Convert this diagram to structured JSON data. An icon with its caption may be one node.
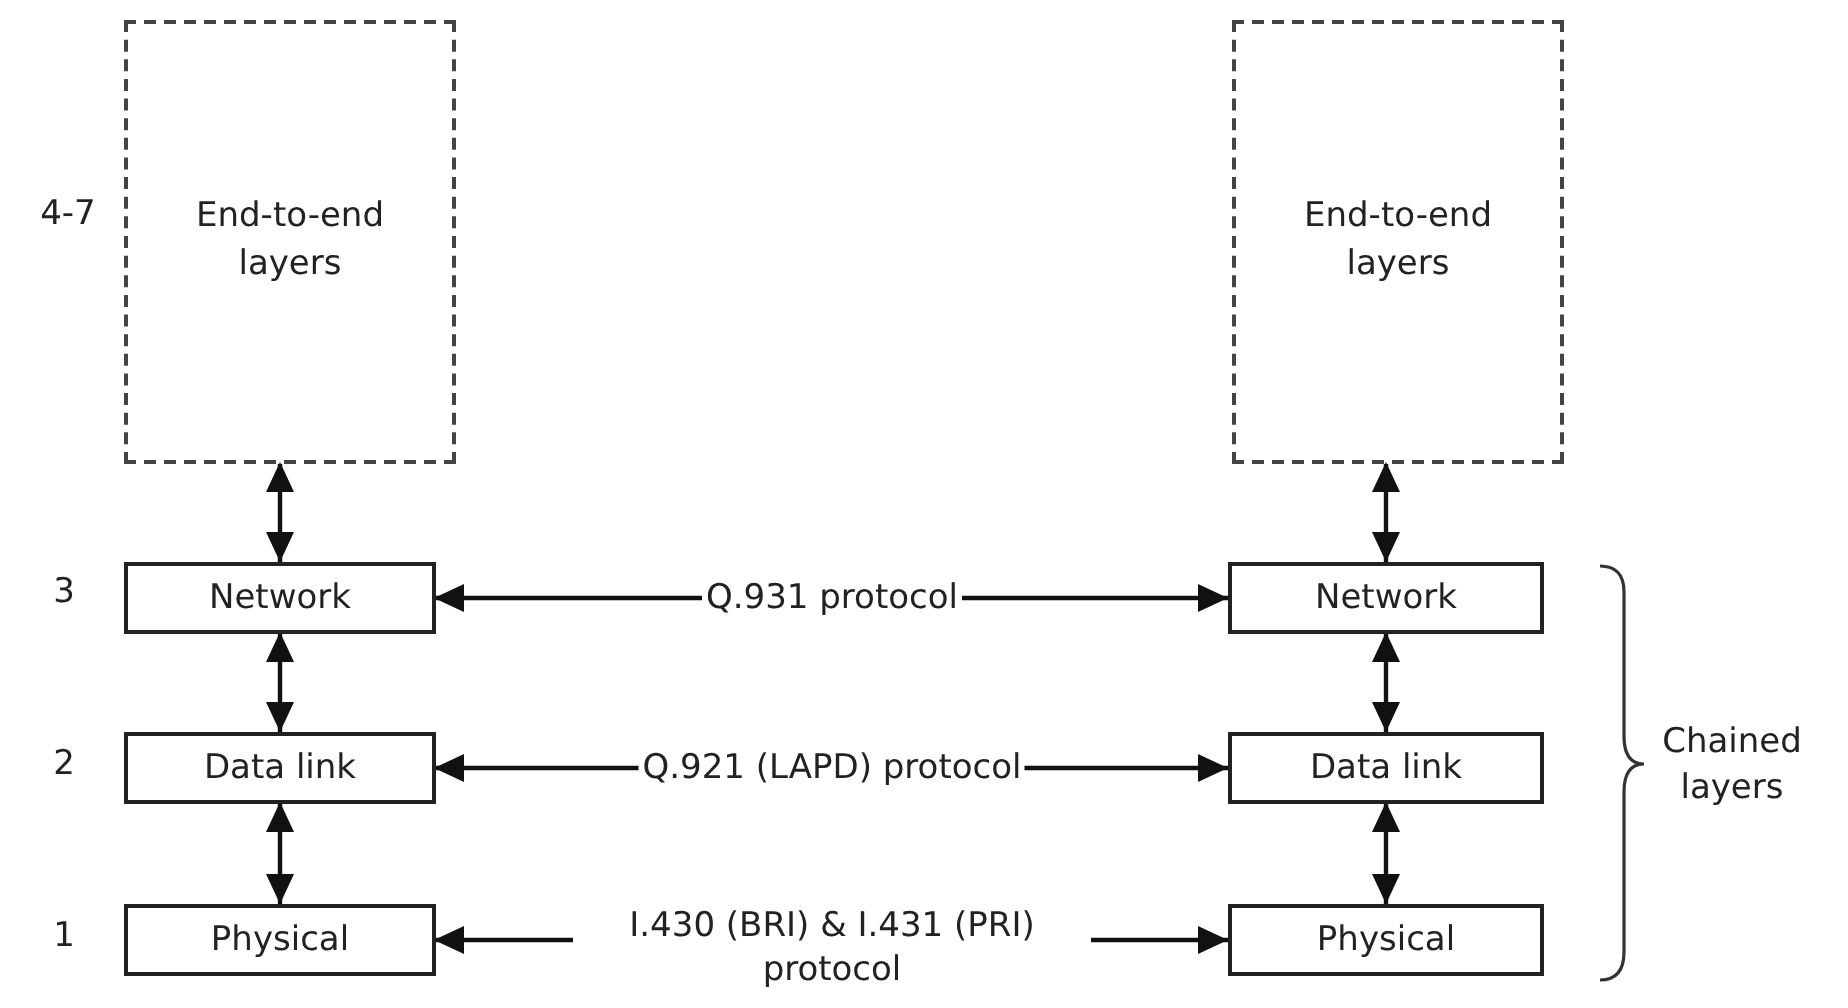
{
  "diagram": {
    "nodes": [
      {
        "text": [
          "End-to-end layers"
        ]
      },
      {
        "text": [
          "End-to-end layers"
        ]
      },
      {
        "text": [
          "Network"
        ]
      },
      {
        "text": [
          "Network"
        ]
      },
      {
        "text": [
          "Data link"
        ]
      },
      {
        "text": [
          "Data link"
        ]
      },
      {
        "text": [
          "Physical"
        ]
      },
      {
        "text": [
          "Physical"
        ]
      }
    ],
    "edges": [
      {
        "from": 0,
        "to": 2,
        "arrow": "both"
      },
      {
        "from": 1,
        "to": 3,
        "arrow": "both"
      },
      {
        "from": 2,
        "to": 3,
        "arrow": "both",
        "label": "Q.931 protocol"
      },
      {
        "from": 2,
        "to": 4,
        "arrow": "both"
      },
      {
        "from": 3,
        "to": 5,
        "arrow": "both"
      },
      {
        "from": 4,
        "to": 5,
        "arrow": "both",
        "label": "Q.921 (LAPD) protocol"
      },
      {
        "from": 4,
        "to": 6,
        "arrow": "both"
      },
      {
        "from": 5,
        "to": 7,
        "arrow": "both"
      },
      {
        "from": 6,
        "to": 7,
        "arrow": "both",
        "label": "I.430 (BRI) & I.431 (PRI) protocol"
      }
    ],
    "labels": [
      "4-7",
      "3",
      "2",
      "1",
      "Chained layers"
    ]
  }
}
